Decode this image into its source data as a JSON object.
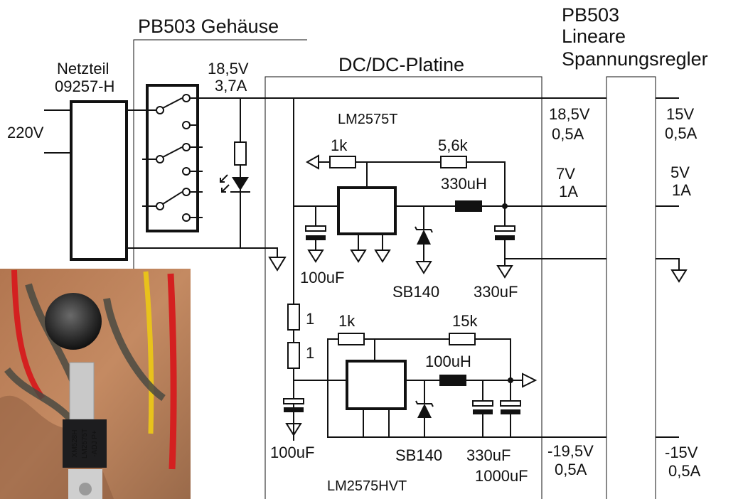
{
  "labels": {
    "case_title": "PB503 Gehäuse",
    "psu_name": "Netzteil",
    "psu_model": "09257-H",
    "mains": "220V",
    "in_voltage": "18,5V",
    "in_current": "3,7A",
    "board_title": "DC/DC-Platine",
    "reg_title_1": "PB503",
    "reg_title_2": "Lineare",
    "reg_title_3": "Spannungsregler",
    "ic_top": "LM2575T",
    "ic_bottom": "LM2575HVT",
    "r_top_1": "1k",
    "r_top_2": "5,6k",
    "l_top": "330uH",
    "c_top_in": "100uF",
    "d_top": "SB140",
    "c_top_out": "330uF",
    "r_series_1": "1",
    "r_series_2": "1",
    "r_bot_1": "1k",
    "r_bot_2": "15k",
    "l_bot": "100uH",
    "c_bot_in": "100uF",
    "d_bot": "SB140",
    "c_bot_out_1": "330uF",
    "c_bot_out_2": "1000uF",
    "rail1_v": "18,5V",
    "rail1_i": "0,5A",
    "rail2_v": "7V",
    "rail2_i": "1A",
    "rail3_v": "-19,5V",
    "rail3_i": "0,5A",
    "out1_v": "15V",
    "out1_i": "0,5A",
    "out2_v": "5V",
    "out2_i": "1A",
    "out3_v": "-15V",
    "out3_i": "0,5A",
    "chip_marking_1": "XM528H",
    "chip_marking_2": "LM2575T",
    "chip_marking_3": "-ADJ P+"
  }
}
